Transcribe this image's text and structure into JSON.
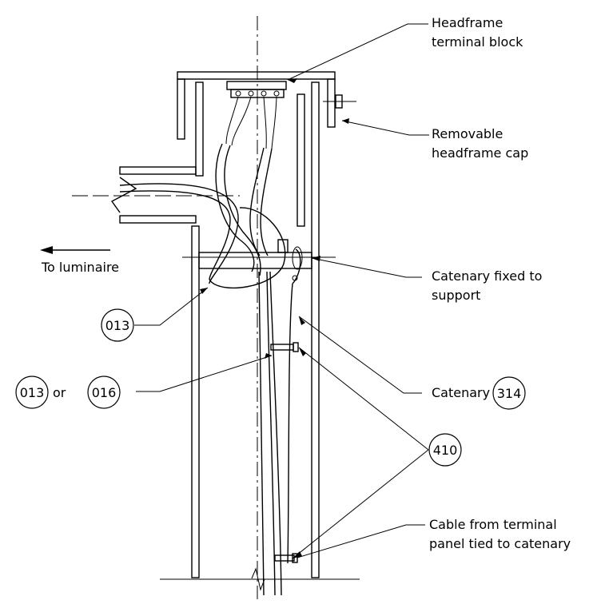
{
  "labels": {
    "headframe_block_line1": "Headframe",
    "headframe_block_line2": "terminal block",
    "cap_line1": "Removable",
    "cap_line2": "headframe cap",
    "luminaire": "To luminaire",
    "catenary_fixed_line1": "Catenary fixed to",
    "catenary_fixed_line2": "support",
    "catenary": "Catenary",
    "cable_line1": "Cable from terminal",
    "cable_line2": "panel tied to catenary",
    "or": "or"
  },
  "refs": {
    "r013_a": "013",
    "r013_b": "013",
    "r016": "016",
    "r314": "314",
    "r410": "410"
  }
}
